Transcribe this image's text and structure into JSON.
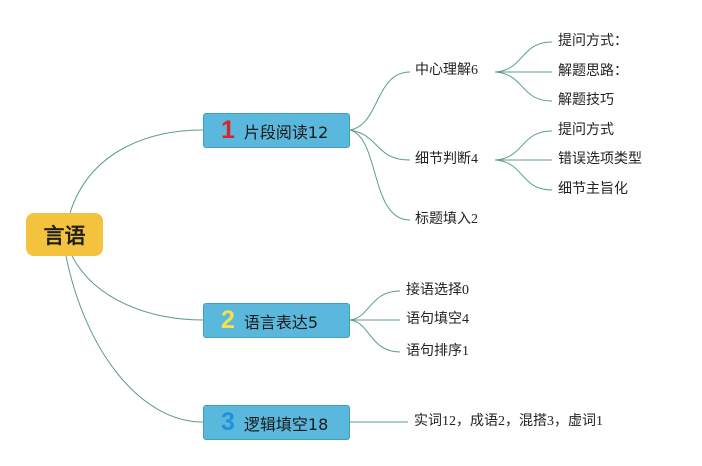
{
  "root": {
    "label": "言语"
  },
  "colors": {
    "root_fill": "#f4c33d",
    "branch_fill": "#5ab8dc",
    "line": "#5a9e8c",
    "num_1": "#d8232f",
    "num_2": "#f7e04a",
    "num_3": "#1f8fe0"
  },
  "branches": [
    {
      "num": "1",
      "label": "片段阅读12",
      "children": [
        {
          "label": "中心理解6",
          "children": [
            "提问方式：",
            "解题思路：",
            "解题技巧"
          ]
        },
        {
          "label": "细节判断4",
          "children": [
            "提问方式",
            "错误选项类型",
            "细节主旨化"
          ]
        },
        {
          "label": "标题填入2",
          "children": []
        }
      ]
    },
    {
      "num": "2",
      "label": "语言表达5",
      "children": [
        {
          "label": "接语选择0",
          "children": []
        },
        {
          "label": "语句填空4",
          "children": []
        },
        {
          "label": "语句排序1",
          "children": []
        }
      ]
    },
    {
      "num": "3",
      "label": "逻辑填空18",
      "children": [
        {
          "label": "实词12，成语2，混搭3，虚词1",
          "children": []
        }
      ]
    }
  ]
}
